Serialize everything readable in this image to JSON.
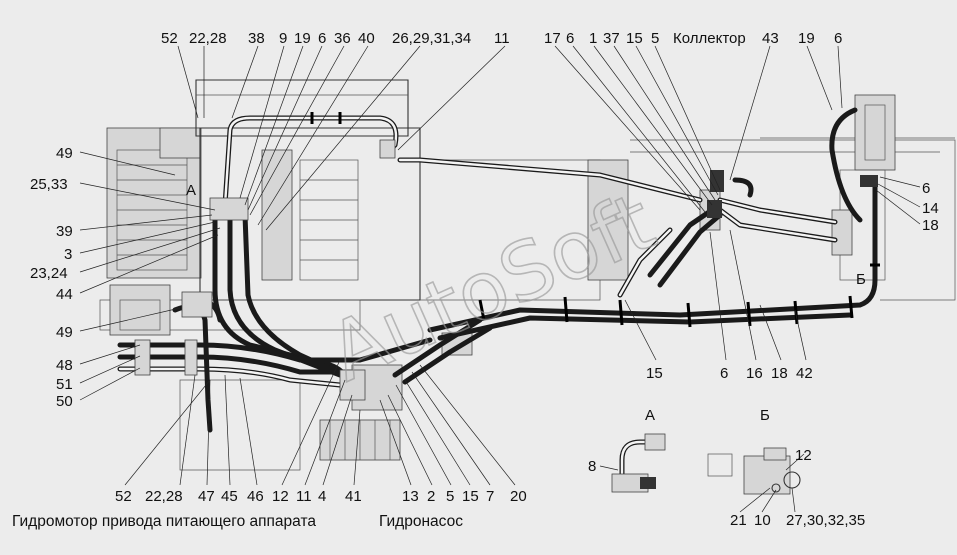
{
  "labels": {
    "top": [
      "52",
      "22,28",
      "38",
      "9",
      "19",
      "6",
      "36",
      "40",
      "26,29,31,34",
      "11",
      "17",
      "6",
      "1",
      "37",
      "15",
      "5",
      "Коллектор",
      "43",
      "19",
      "6"
    ],
    "left": [
      "49",
      "25,33",
      "39",
      "3",
      "23,24",
      "44",
      "49",
      "48",
      "51",
      "50"
    ],
    "right": [
      "6",
      "14",
      "18"
    ],
    "middle": [
      "А",
      "Б",
      "15",
      "6",
      "16",
      "18",
      "42"
    ],
    "bottom": [
      "52",
      "22,28",
      "47",
      "45",
      "46",
      "12",
      "11",
      "4",
      "41",
      "13",
      "2",
      "5",
      "15",
      "7",
      "20"
    ],
    "inset_a": {
      "title": "А",
      "part": "8"
    },
    "inset_b": {
      "title": "Б",
      "part_top": "12",
      "bottom": [
        "21",
        "10",
        "27,30,32,35"
      ]
    }
  },
  "captions": {
    "hydromotor": "Гидромотор привода питающего аппарата",
    "pump": "Гидронасос"
  },
  "watermark": "AutoSoft"
}
